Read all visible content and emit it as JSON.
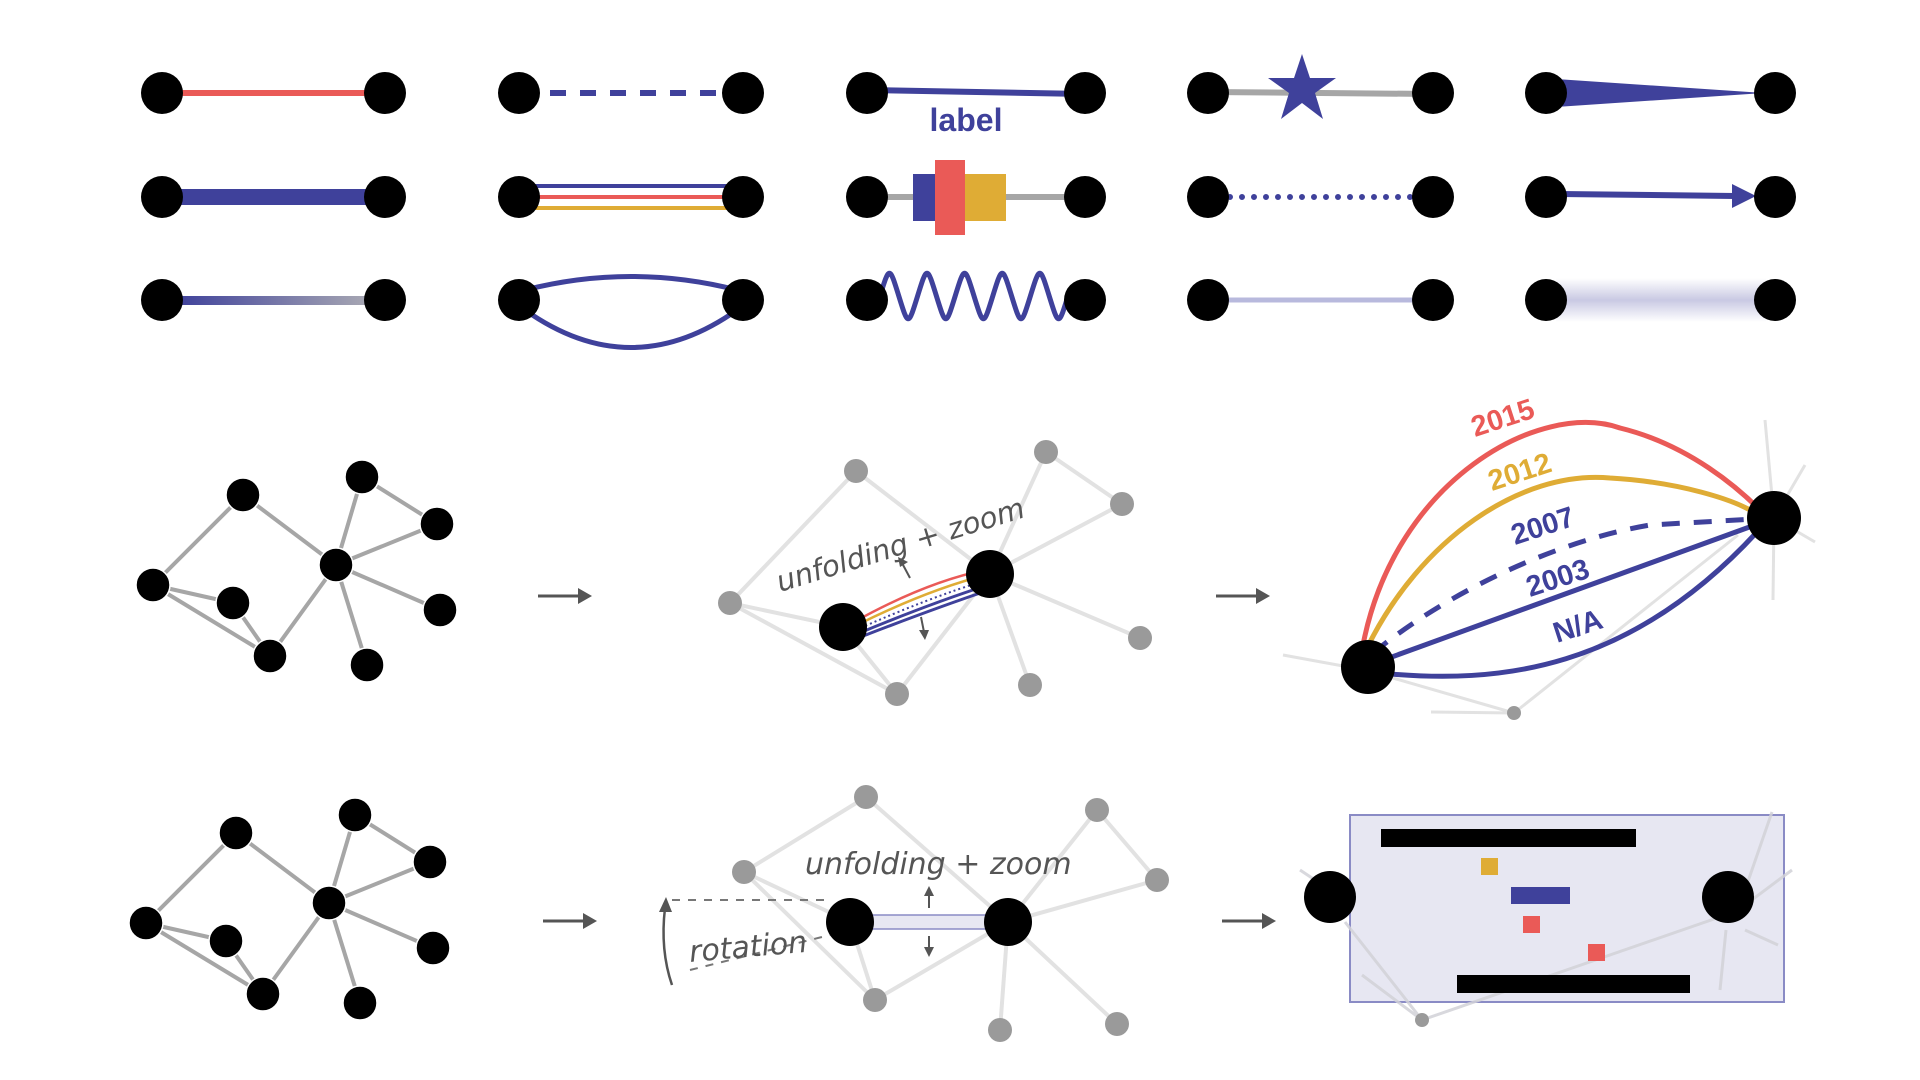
{
  "figure": {
    "title": "Edge encoding and unfolding techniques",
    "colors": {
      "node": "#000000",
      "blue": "#3f419b",
      "red": "#ea5a57",
      "yellow": "#dfac35",
      "gray_edge": "#a6a6a6",
      "faded_edge": "#e2e2e2",
      "faded_node": "#9a9a9a",
      "light_blue": "#b8b9dd",
      "panel_fill": "#e7e7f2",
      "panel_border": "#8a8bc5",
      "arrow": "#555555"
    }
  },
  "edge_styles": {
    "rows": [
      [
        {
          "id": "color",
          "description": "colored edge (red)"
        },
        {
          "id": "dashed",
          "description": "dashed edge"
        },
        {
          "id": "labeled",
          "description": "edge with text label",
          "label": "label"
        },
        {
          "id": "glyph",
          "description": "edge with star glyph"
        },
        {
          "id": "tapered",
          "description": "tapered edge"
        }
      ],
      [
        {
          "id": "width",
          "description": "thick edge"
        },
        {
          "id": "parallel",
          "description": "parallel multi-colored edges"
        },
        {
          "id": "stacked-bars",
          "description": "edge with stacked bar glyph"
        },
        {
          "id": "dotted",
          "description": "dotted edge"
        },
        {
          "id": "arrow",
          "description": "directed arrow edge"
        }
      ],
      [
        {
          "id": "gradient",
          "description": "gradient edge"
        },
        {
          "id": "curved-multi",
          "description": "curved multi-edges"
        },
        {
          "id": "wavy",
          "description": "wavy/spring edge"
        },
        {
          "id": "light",
          "description": "low-saturation edge"
        },
        {
          "id": "blurred",
          "description": "blurred edge"
        }
      ]
    ]
  },
  "pipelines": [
    {
      "id": "timeline",
      "step_label": "unfolding + zoom",
      "result_labels": [
        "2015",
        "2012",
        "2007",
        "2003",
        "N/A"
      ],
      "result_label_colors": [
        "#ea5a57",
        "#dfac35",
        "#3f419b",
        "#3f419b",
        "#3f419b"
      ],
      "result_label_styles": [
        "solid",
        "solid",
        "dashed",
        "solid",
        "solid"
      ]
    },
    {
      "id": "panel",
      "step_label": "unfolding + zoom",
      "rotation_label": "rotation",
      "panel_bars": [
        "black-bar",
        "yellow-square",
        "blue-bar",
        "red-square",
        "red-square",
        "black-bar"
      ]
    }
  ]
}
